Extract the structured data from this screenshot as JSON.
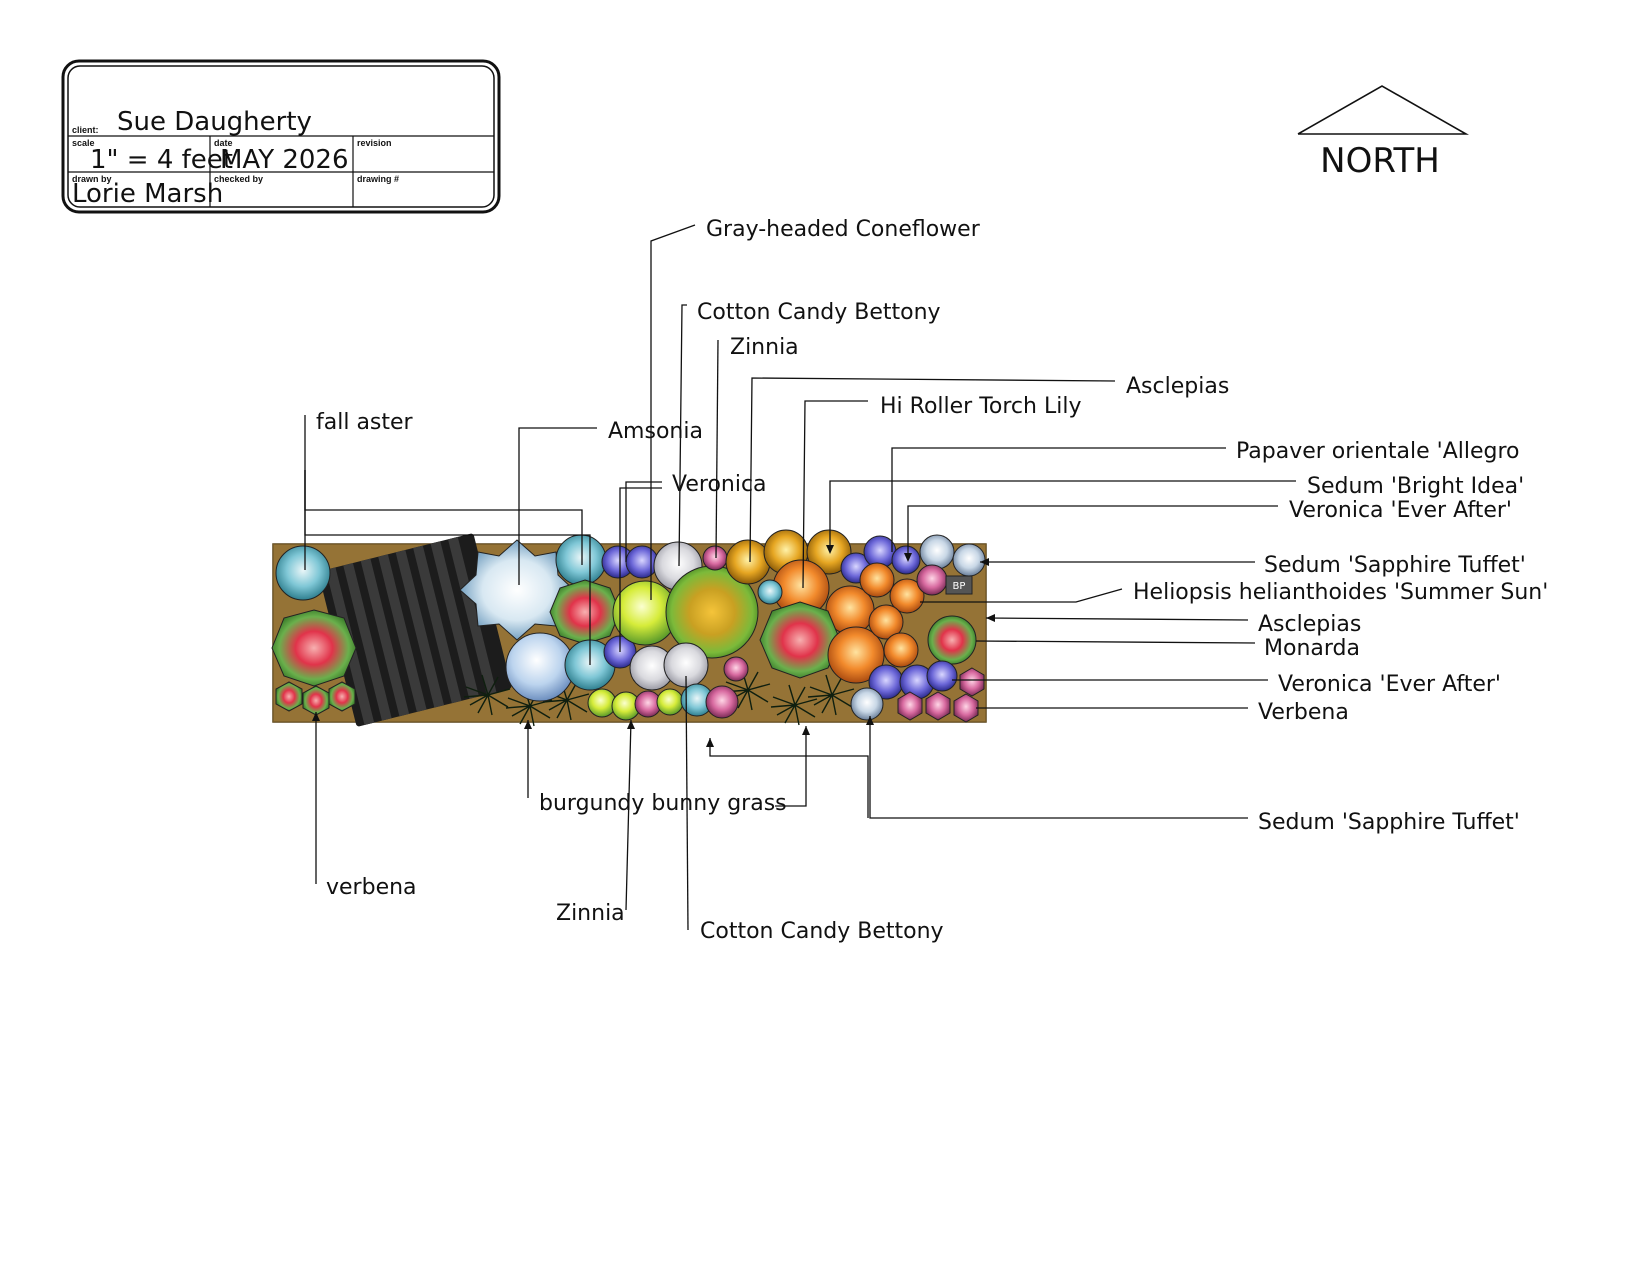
{
  "title_block": {
    "client_label": "client:",
    "client": "Sue Daugherty",
    "scale_label": "scale",
    "scale": "1\" = 4 feet",
    "date_label": "date",
    "date": "MAY 2026",
    "revision_label": "revision",
    "drawn_by_label": "drawn by",
    "drawn_by": "Lorie Marsh",
    "checked_by_label": "checked by",
    "drawing_no_label": "drawing #"
  },
  "north_label": "NORTH",
  "labels": {
    "gray_coneflower": "Gray-headed Coneflower",
    "cotton_candy_top": "Cotton Candy Bettony",
    "zinnia_top": "Zinnia",
    "asclepias_top": "Asclepias",
    "torch_lily": "Hi Roller Torch Lily",
    "fall_aster": "fall aster",
    "amsonia": "Amsonia",
    "veronica": "Veronica",
    "papaver": "Papaver orientale 'Allegro",
    "sedum_bright": "Sedum 'Bright Idea'",
    "veronica_ever_top": "Veronica 'Ever After'",
    "sedum_sapphire_top": "Sedum 'Sapphire Tuffet'",
    "heliopsis": "Heliopsis helianthoides 'Summer Sun'",
    "asclepias_mid": "Asclepias",
    "monarda": "Monarda",
    "veronica_ever_bot": "Veronica 'Ever After'",
    "verbena_right": "Verbena",
    "sedum_sapphire_bot": "Sedum 'Sapphire Tuffet'",
    "bunny_grass": "burgundy bunny grass",
    "verbena_left": "verbena",
    "zinnia_bot": "Zinnia",
    "cotton_candy_bot": "Cotton Candy Bettony",
    "bp_mark": "BP"
  }
}
